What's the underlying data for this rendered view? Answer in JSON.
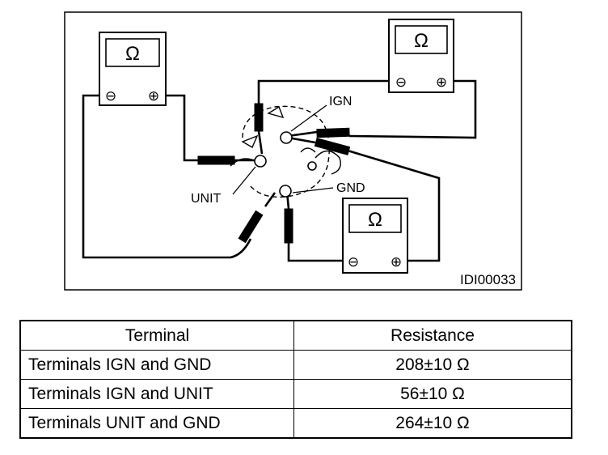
{
  "diagram": {
    "figure_id": "IDI00033",
    "labels": {
      "ign": "IGN",
      "unit": "UNIT",
      "gnd": "GND"
    },
    "meter_symbol": "Ω",
    "meter_minus": "⊖",
    "meter_plus": "⊕"
  },
  "table": {
    "headers": [
      "Terminal",
      "Resistance"
    ],
    "rows": [
      {
        "terminal": "Terminals IGN and GND",
        "resistance": "208±10 Ω"
      },
      {
        "terminal": "Terminals IGN and UNIT",
        "resistance": "56±10 Ω"
      },
      {
        "terminal": "Terminals UNIT and GND",
        "resistance": "264±10 Ω"
      }
    ]
  }
}
